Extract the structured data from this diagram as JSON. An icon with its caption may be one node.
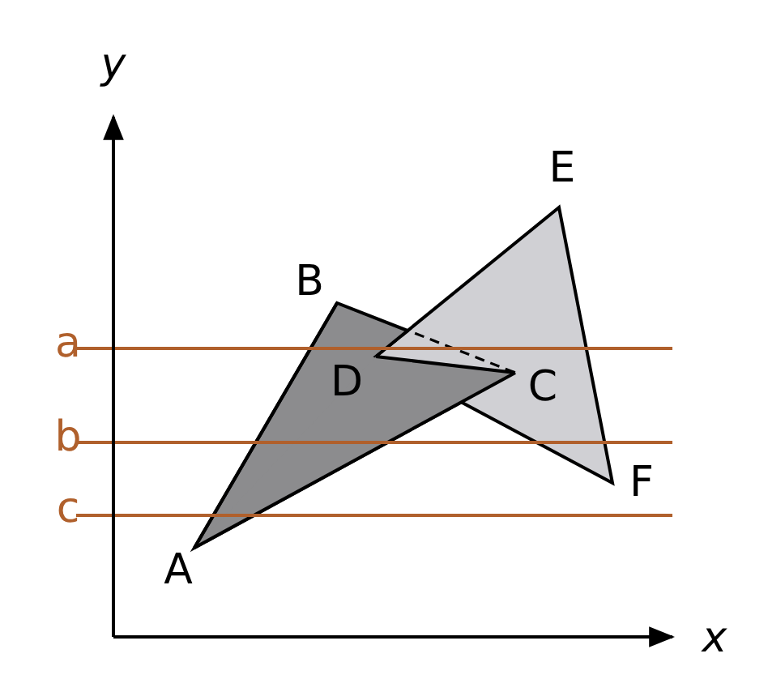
{
  "diagram": {
    "labels": [
      "y",
      "E",
      "B",
      "a",
      "D",
      "C",
      "b",
      "F",
      "c",
      "A",
      "x"
    ]
  }
}
